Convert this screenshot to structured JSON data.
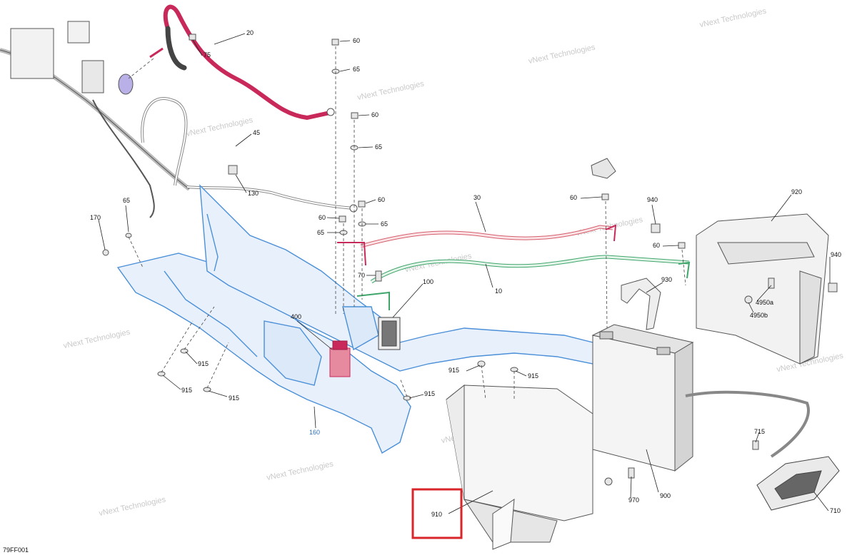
{
  "figure_id": "79FF001",
  "watermark": "vNext Technologies",
  "highlight_color": "#d9262b",
  "colors": {
    "frame_blue": "#4a8fd8",
    "positive_cable": "#c8285a",
    "red_cable": "#d45d6c",
    "green_cable": "#3fa56b",
    "ground_cable": "#8a8a8a",
    "callout_blue": "#2a6fb5"
  },
  "callouts": [
    {
      "id": "c20",
      "label": "20"
    },
    {
      "id": "c75",
      "label": "75"
    },
    {
      "id": "c60a",
      "label": "60"
    },
    {
      "id": "c65a",
      "label": "65"
    },
    {
      "id": "c60b",
      "label": "60"
    },
    {
      "id": "c65b",
      "label": "65"
    },
    {
      "id": "c45",
      "label": "45"
    },
    {
      "id": "c130",
      "label": "130"
    },
    {
      "id": "c65c",
      "label": "65"
    },
    {
      "id": "c170",
      "label": "170"
    },
    {
      "id": "c60c",
      "label": "60"
    },
    {
      "id": "c65d",
      "label": "65"
    },
    {
      "id": "c60d",
      "label": "60"
    },
    {
      "id": "c65e",
      "label": "65"
    },
    {
      "id": "c30",
      "label": "30"
    },
    {
      "id": "c60e",
      "label": "60"
    },
    {
      "id": "c940a",
      "label": "940"
    },
    {
      "id": "c920",
      "label": "920"
    },
    {
      "id": "c60f",
      "label": "60"
    },
    {
      "id": "c940b",
      "label": "940"
    },
    {
      "id": "c70",
      "label": "70"
    },
    {
      "id": "c100",
      "label": "100"
    },
    {
      "id": "c10",
      "label": "10"
    },
    {
      "id": "c930",
      "label": "930"
    },
    {
      "id": "c4950a",
      "label": "4950a"
    },
    {
      "id": "c4950b",
      "label": "4950b"
    },
    {
      "id": "c400",
      "label": "400"
    },
    {
      "id": "c915a",
      "label": "915"
    },
    {
      "id": "c915b",
      "label": "915"
    },
    {
      "id": "c915c",
      "label": "915"
    },
    {
      "id": "c915d",
      "label": "915"
    },
    {
      "id": "c915e",
      "label": "915"
    },
    {
      "id": "c915f",
      "label": "915"
    },
    {
      "id": "c160",
      "label": "160"
    },
    {
      "id": "c715",
      "label": "715"
    },
    {
      "id": "c970",
      "label": "970"
    },
    {
      "id": "c900",
      "label": "900"
    },
    {
      "id": "c910",
      "label": "910"
    },
    {
      "id": "c710",
      "label": "710"
    }
  ]
}
